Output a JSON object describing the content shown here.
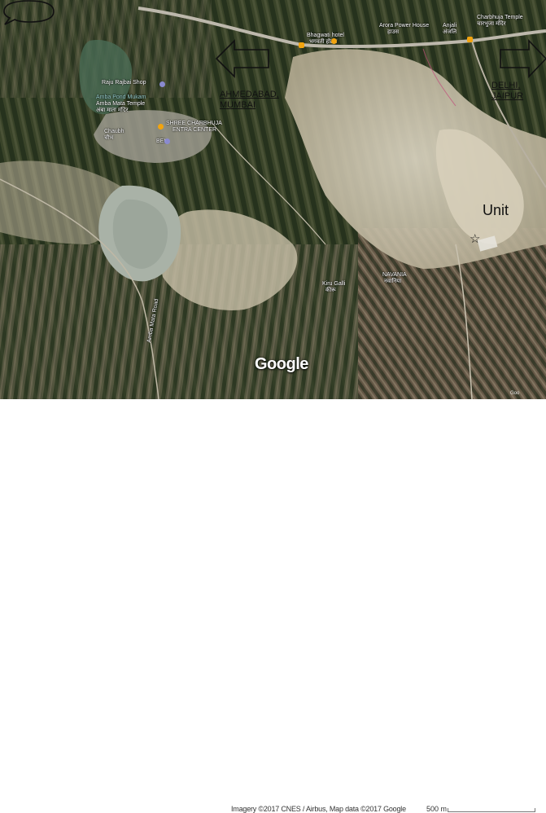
{
  "map": {
    "places": [
      {
        "key": "raju_rajbai",
        "text": "Raju Rajbai Shop"
      },
      {
        "key": "pond",
        "text": "Amba Pond Mukam"
      },
      {
        "key": "temple",
        "text": "Amba Mata Temple"
      },
      {
        "key": "temple_local",
        "text": "अंबा माता मंदिर"
      },
      {
        "key": "chaubh",
        "text": "Chaubh"
      },
      {
        "key": "chaubh_local",
        "text": "चौभ"
      },
      {
        "key": "shree",
        "text": "SHREE CHARBHUJA"
      },
      {
        "key": "center",
        "text": "ENTRA CENTER"
      },
      {
        "key": "bel",
        "text": "BEL"
      },
      {
        "key": "bhagwati",
        "text": "Bhagwati hotel"
      },
      {
        "key": "bhagwati_local",
        "text": "भगवती होटल"
      },
      {
        "key": "house",
        "text": "Arora Power House"
      },
      {
        "key": "house_local",
        "text": "हाउस"
      },
      {
        "key": "anjali",
        "text": "Anjali"
      },
      {
        "key": "anjali_local",
        "text": "अंजलि"
      },
      {
        "key": "charbhuja",
        "text": "Charbhuja Temple"
      },
      {
        "key": "charbhuja_local",
        "text": "चारभुजा मंदिर"
      },
      {
        "key": "kiru",
        "text": "Kiru Galli"
      },
      {
        "key": "kiru_local",
        "text": "कीरू"
      },
      {
        "key": "navania",
        "text": "NAVANIA"
      },
      {
        "key": "navania_local",
        "text": "नवानिया"
      },
      {
        "key": "road",
        "text": "Amba Mata Road"
      }
    ],
    "directions": {
      "left": {
        "line1": "AHMEDABAD,",
        "line2": "MUMBAI"
      },
      "right": {
        "line1": "DELHI,",
        "line2": "JAIPUR"
      }
    },
    "unit_label": "Unit",
    "star_icon": "☆",
    "google_logo": "Google",
    "corner_text": "Goo",
    "attribution": "Imagery ©2017 CNES / Airbus, Map data ©2017 Google",
    "scale": "500 m",
    "colors": {
      "farmland_dark": "#2f3b22",
      "barren": "#c9c1ac",
      "water": "#a8b0a3",
      "road": "#b9b4a8",
      "pin": "#f2a40f",
      "arrow": "#111111"
    }
  }
}
